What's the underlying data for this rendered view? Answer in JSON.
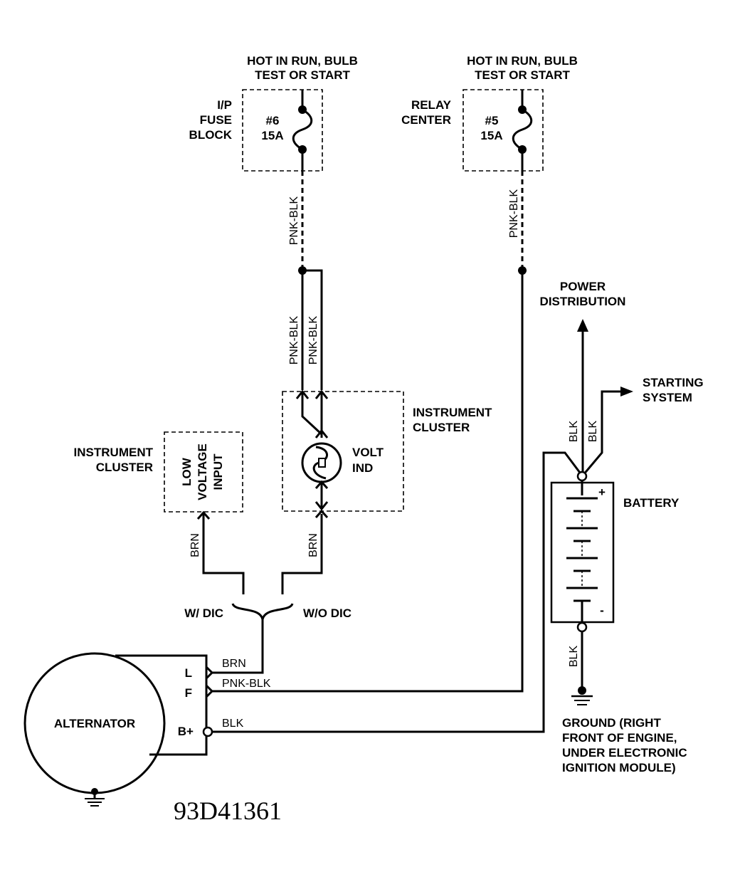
{
  "fuse_left": {
    "header_line1": "HOT IN RUN, BULB",
    "header_line2": "TEST OR START",
    "location_line1": "I/P",
    "location_line2": "FUSE",
    "location_line3": "BLOCK",
    "fuse_number": "#6",
    "fuse_rating": "15A",
    "wire_color": "PNK-BLK"
  },
  "fuse_right": {
    "header_line1": "HOT IN RUN, BULB",
    "header_line2": "TEST OR START",
    "location_line1": "RELAY",
    "location_line2": "CENTER",
    "fuse_number": "#5",
    "fuse_rating": "15A",
    "wire_color": "PNK-BLK"
  },
  "branch_wires": {
    "left": "PNK-BLK",
    "right": "PNK-BLK"
  },
  "instrument_cluster_volt": {
    "label_line1": "INSTRUMENT",
    "label_line2": "CLUSTER",
    "gauge_line1": "VOLT",
    "gauge_line2": "IND",
    "output_wire": "BRN"
  },
  "instrument_cluster_dic": {
    "label_line1": "INSTRUMENT",
    "label_line2": "CLUSTER",
    "input_line1": "LOW",
    "input_line2": "VOLTAGE",
    "input_line3": "INPUT",
    "output_wire": "BRN"
  },
  "option_brace": {
    "left": "W/ DIC",
    "right": "W/O DIC"
  },
  "power_distribution": {
    "line1": "POWER",
    "line2": "DISTRIBUTION"
  },
  "starting_system": {
    "line1": "STARTING",
    "line2": "SYSTEM"
  },
  "battery": {
    "label": "BATTERY",
    "plus": "+",
    "minus": "-",
    "wire_up_left": "BLK",
    "wire_up_right": "BLK",
    "wire_down": "BLK"
  },
  "ground": {
    "line1": "GROUND (RIGHT",
    "line2": "FRONT OF ENGINE,",
    "line3": "UNDER ELECTRONIC",
    "line4": "IGNITION MODULE)"
  },
  "alternator": {
    "label": "ALTERNATOR",
    "terminal_l": "L",
    "terminal_f": "F",
    "terminal_b": "B+",
    "wire_l": "BRN",
    "wire_f": "PNK-BLK",
    "wire_b": "BLK"
  },
  "figure_code": "93D41361"
}
